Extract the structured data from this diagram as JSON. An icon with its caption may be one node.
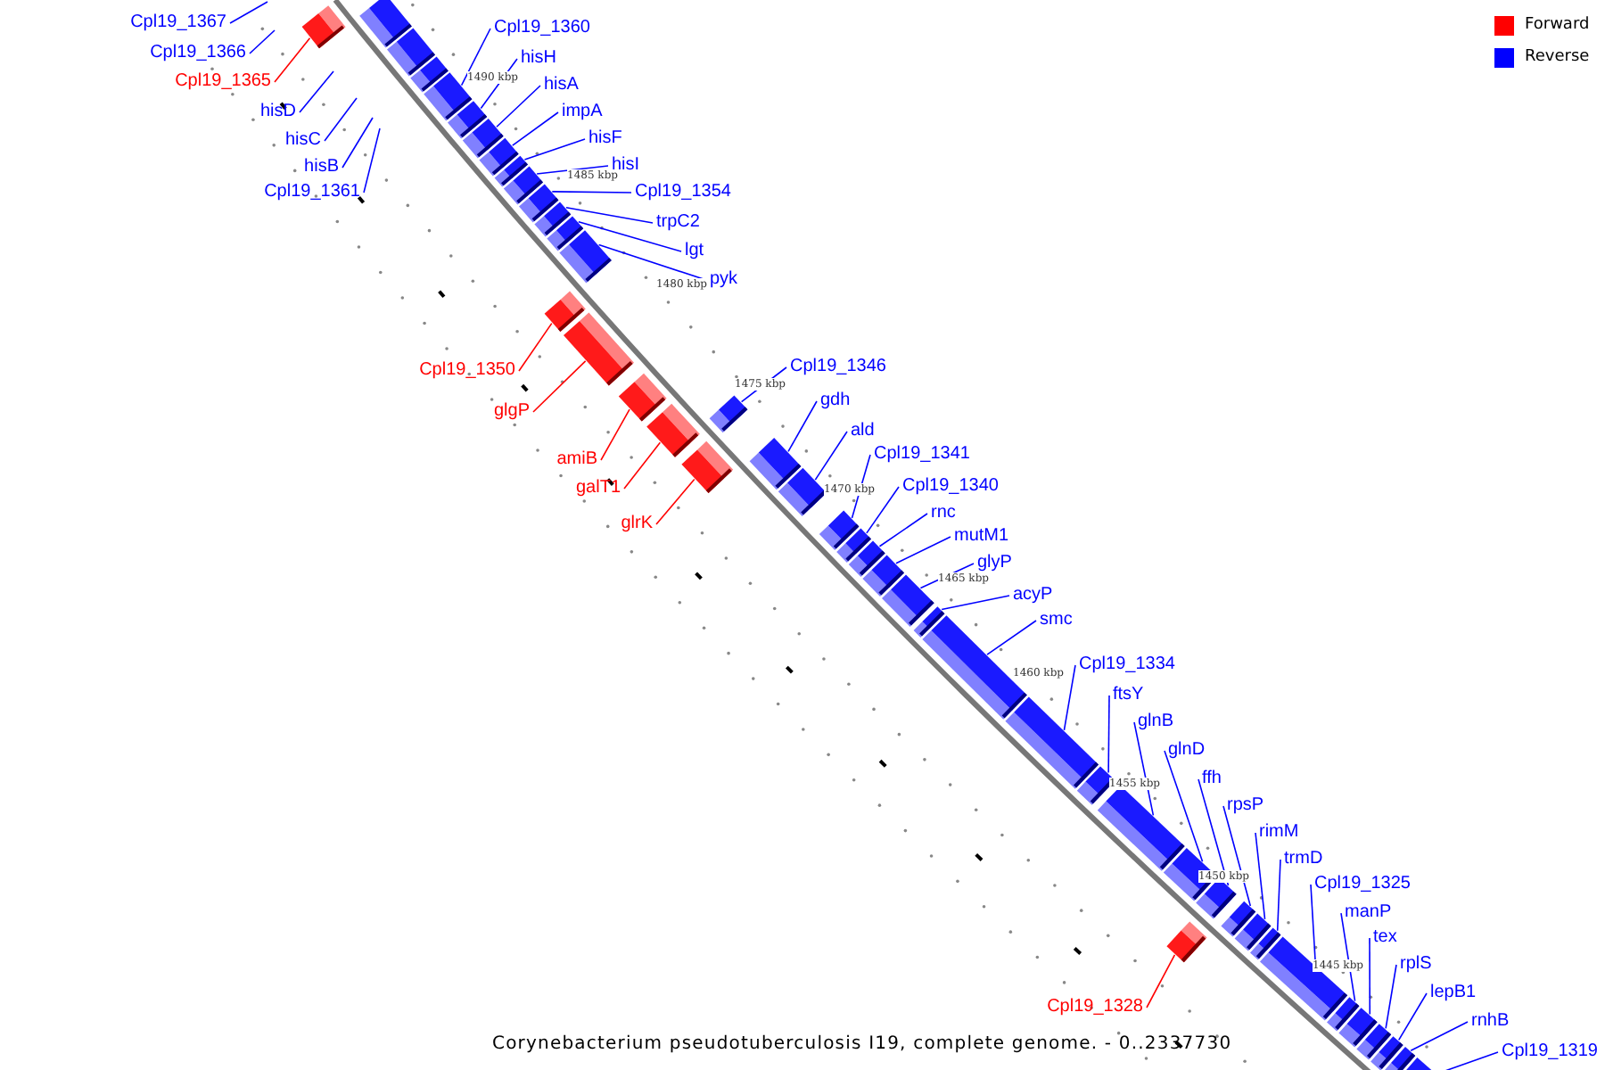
{
  "diagram": {
    "caption": "Corynebacterium pseudotuberculosis I19, complete genome. - 0..2337730",
    "nodes": [
      {
        "text": [
          "Cpl19_1367"
        ]
      },
      {
        "text": [
          "Cpl19_1360"
        ]
      },
      {
        "text": [
          "Cpl19_1366"
        ]
      },
      {
        "text": [
          "hisH"
        ]
      },
      {
        "text": [
          "Cpl19_1365"
        ]
      },
      {
        "text": [
          "hisA"
        ]
      },
      {
        "text": [
          "impA"
        ]
      },
      {
        "text": [
          "hisD"
        ]
      },
      {
        "text": [
          "hisF"
        ]
      },
      {
        "text": [
          "hisC"
        ]
      },
      {
        "text": [
          "hisI"
        ]
      },
      {
        "text": [
          "hisB"
        ]
      },
      {
        "text": [
          "Cpl19_1354"
        ]
      },
      {
        "text": [
          "Cpl19_1361"
        ]
      },
      {
        "text": [
          "trpC2"
        ]
      },
      {
        "text": [
          "lgt"
        ]
      },
      {
        "text": [
          "pyk"
        ]
      },
      {
        "text": [
          "Cpl19_1346"
        ]
      },
      {
        "text": [
          "Cpl19_1350"
        ]
      },
      {
        "text": [
          "gdh"
        ]
      },
      {
        "text": [
          "glgP"
        ]
      },
      {
        "text": [
          "ald"
        ]
      },
      {
        "text": [
          "Cpl19_1341"
        ]
      },
      {
        "text": [
          "amiB"
        ]
      },
      {
        "text": [
          "Cpl19_1340"
        ]
      },
      {
        "text": [
          "galT1"
        ]
      },
      {
        "text": [
          "rnc"
        ]
      },
      {
        "text": [
          "glrK"
        ]
      },
      {
        "text": [
          "mutM1"
        ]
      },
      {
        "text": [
          "glyP"
        ]
      },
      {
        "text": [
          "acyP"
        ]
      },
      {
        "text": [
          "smc"
        ]
      },
      {
        "text": [
          "Cpl19_1334"
        ]
      },
      {
        "text": [
          "ftsY"
        ]
      },
      {
        "text": [
          "glnB"
        ]
      },
      {
        "text": [
          "glnD"
        ]
      },
      {
        "text": [
          "ffh"
        ]
      },
      {
        "text": [
          "rpsP"
        ]
      },
      {
        "text": [
          "rimM"
        ]
      },
      {
        "text": [
          "trmD"
        ]
      },
      {
        "text": [
          "Cpl19_1325"
        ]
      },
      {
        "text": [
          "manP"
        ]
      },
      {
        "text": [
          "tex"
        ]
      },
      {
        "text": [
          "rplS"
        ]
      },
      {
        "text": [
          "lepB1"
        ]
      },
      {
        "text": [
          "Cpl19_1328"
        ]
      },
      {
        "text": [
          "rnhB"
        ]
      },
      {
        "text": [
          "Cpl19_1319"
        ]
      },
      {
        "text": [],
        "shape": "bar"
      },
      {
        "text": [],
        "shape": "bar"
      },
      {
        "text": [],
        "shape": "bar"
      },
      {
        "text": [],
        "shape": "bar"
      },
      {
        "text": [],
        "shape": "bar"
      },
      {
        "text": [],
        "shape": "bar"
      },
      {
        "text": [],
        "shape": "bar"
      },
      {
        "text": [],
        "shape": "bar"
      },
      {
        "text": [],
        "shape": "bar"
      },
      {
        "text": [],
        "shape": "bar"
      },
      {
        "text": [],
        "shape": "bar"
      },
      {
        "text": [],
        "shape": "bar"
      },
      {
        "text": [],
        "shape": "bar"
      },
      {
        "text": [],
        "shape": "bar"
      },
      {
        "text": [],
        "shape": "bar"
      },
      {
        "text": [],
        "shape": "bar"
      },
      {
        "text": [],
        "shape": "bar"
      },
      {
        "text": [],
        "shape": "bar"
      },
      {
        "text": [],
        "shape": "bar"
      },
      {
        "text": [],
        "shape": "bar"
      },
      {
        "text": [],
        "shape": "bar"
      },
      {
        "text": [],
        "shape": "bar"
      },
      {
        "text": [],
        "shape": "bar"
      },
      {
        "text": [],
        "shape": "bar"
      },
      {
        "text": [],
        "shape": "bar"
      },
      {
        "text": [],
        "shape": "bar"
      },
      {
        "text": [],
        "shape": "bar"
      },
      {
        "text": [],
        "shape": "bar"
      },
      {
        "text": [],
        "shape": "bar"
      },
      {
        "text": [],
        "shape": "bar"
      },
      {
        "text": [],
        "shape": "bar"
      },
      {
        "text": [],
        "shape": "bar"
      },
      {
        "text": [],
        "shape": "bar"
      },
      {
        "text": [],
        "shape": "bar"
      },
      {
        "text": [],
        "shape": "bar"
      },
      {
        "text": [],
        "shape": "bar"
      },
      {
        "text": [],
        "shape": "bar"
      },
      {
        "text": [],
        "shape": "bar"
      },
      {
        "text": [],
        "shape": "bar"
      },
      {
        "text": [],
        "shape": "bar"
      },
      {
        "text": [],
        "shape": "bar"
      },
      {
        "text": [],
        "shape": "bar"
      },
      {
        "text": [],
        "shape": "bar"
      },
      {
        "text": [],
        "shape": "bar"
      },
      {
        "text": [],
        "shape": "bar"
      }
    ],
    "edges": [
      {
        "from": 0,
        "to": null,
        "arrow": "none"
      },
      {
        "from": 1,
        "to": 52,
        "arrow": "none"
      },
      {
        "from": 2,
        "to": null,
        "arrow": "none"
      },
      {
        "from": 3,
        "to": 53,
        "arrow": "none"
      },
      {
        "from": 4,
        "to": 48,
        "arrow": "none",
        "color": "#ff0000"
      },
      {
        "from": 5,
        "to": 54,
        "arrow": "none"
      },
      {
        "from": 6,
        "to": 55,
        "arrow": "none"
      },
      {
        "from": 7,
        "to": null,
        "arrow": "none"
      },
      {
        "from": 8,
        "to": 56,
        "arrow": "none"
      },
      {
        "from": 9,
        "to": null,
        "arrow": "none"
      },
      {
        "from": 10,
        "to": 57,
        "arrow": "none"
      },
      {
        "from": 11,
        "to": null,
        "arrow": "none"
      },
      {
        "from": 12,
        "to": 58,
        "arrow": "none"
      },
      {
        "from": 13,
        "to": null,
        "arrow": "none"
      },
      {
        "from": 14,
        "to": 59,
        "arrow": "none"
      },
      {
        "from": 15,
        "to": 60,
        "arrow": "none"
      },
      {
        "from": 16,
        "to": 61,
        "arrow": "none"
      },
      {
        "from": 17,
        "to": 66,
        "arrow": "none"
      },
      {
        "from": 18,
        "to": 62,
        "arrow": "none",
        "color": "#ff0000"
      },
      {
        "from": 19,
        "to": 68,
        "arrow": "none"
      },
      {
        "from": 20,
        "to": 63,
        "arrow": "none",
        "color": "#ff0000"
      },
      {
        "from": 21,
        "to": 69,
        "arrow": "none"
      },
      {
        "from": 22,
        "to": 70,
        "arrow": "none"
      },
      {
        "from": 23,
        "to": 64,
        "arrow": "none",
        "color": "#ff0000"
      },
      {
        "from": 24,
        "to": 71,
        "arrow": "none"
      },
      {
        "from": 25,
        "to": 65,
        "arrow": "none",
        "color": "#ff0000"
      },
      {
        "from": 26,
        "to": 72,
        "arrow": "none"
      },
      {
        "from": 27,
        "to": 67,
        "arrow": "none",
        "color": "#ff0000"
      },
      {
        "from": 28,
        "to": 73,
        "arrow": "none"
      },
      {
        "from": 29,
        "to": 74,
        "arrow": "none"
      },
      {
        "from": 30,
        "to": 75,
        "arrow": "none"
      },
      {
        "from": 31,
        "to": 76,
        "arrow": "none"
      },
      {
        "from": 32,
        "to": 77,
        "arrow": "none"
      },
      {
        "from": 33,
        "to": 78,
        "arrow": "none"
      },
      {
        "from": 34,
        "to": 79,
        "arrow": "none"
      },
      {
        "from": 35,
        "to": 80,
        "arrow": "none"
      },
      {
        "from": 36,
        "to": 81,
        "arrow": "none"
      },
      {
        "from": 37,
        "to": 83,
        "arrow": "none"
      },
      {
        "from": 38,
        "to": 84,
        "arrow": "none"
      },
      {
        "from": 39,
        "to": 85,
        "arrow": "none"
      },
      {
        "from": 40,
        "to": 86,
        "arrow": "none"
      },
      {
        "from": 41,
        "to": 87,
        "arrow": "none"
      },
      {
        "from": 42,
        "to": 88,
        "arrow": "none"
      },
      {
        "from": 43,
        "to": 89,
        "arrow": "none"
      },
      {
        "from": 44,
        "to": 90,
        "arrow": "none"
      },
      {
        "from": 45,
        "to": 82,
        "arrow": "none",
        "color": "#ff0000"
      },
      {
        "from": 46,
        "to": 91,
        "arrow": "none"
      },
      {
        "from": 47,
        "to": 92,
        "arrow": "none"
      }
    ],
    "labels": [
      "1490 kbp",
      "1485 kbp",
      "1480 kbp",
      "1475 kbp",
      "1470 kbp",
      "1465 kbp",
      "1460 kbp",
      "1455 kbp",
      "1450 kbp",
      "1445 kbp"
    ],
    "legend": [
      {
        "text": "Forward",
        "color": "#ff0000"
      },
      {
        "text": "Reverse",
        "color": "#0000ff"
      }
    ]
  }
}
